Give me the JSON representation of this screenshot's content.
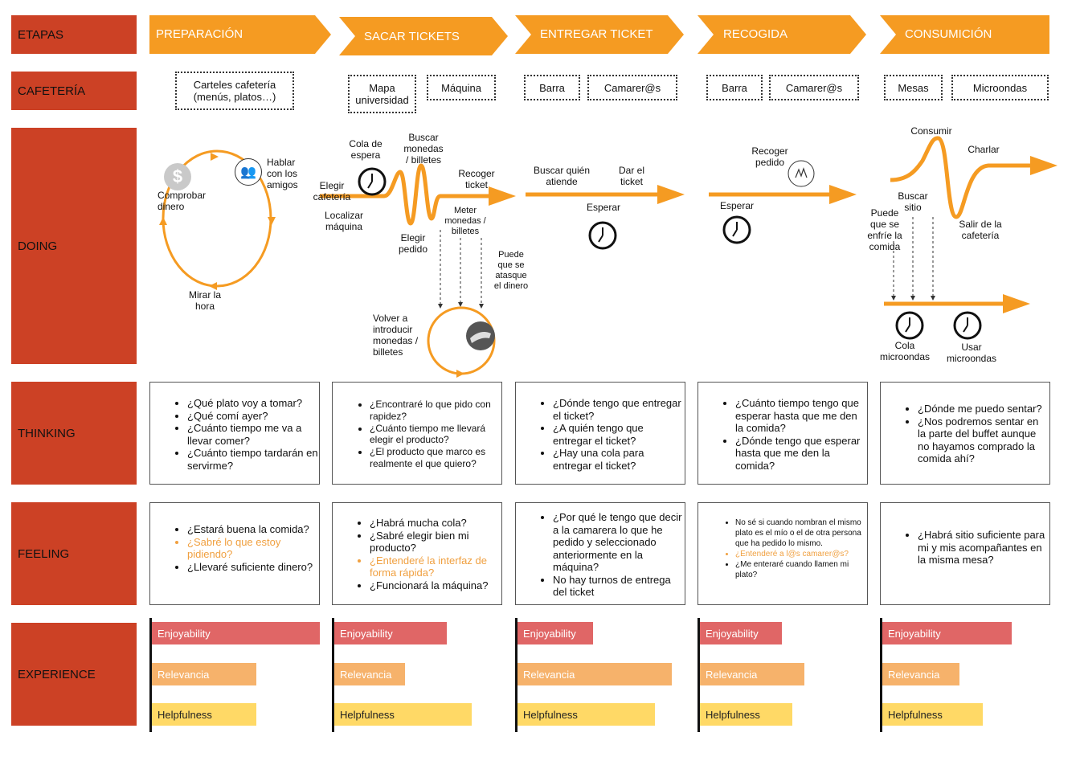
{
  "rows": {
    "etapas": "ETAPAS",
    "cafeteria": "CAFETERÍA",
    "doing": "DOING",
    "thinking": "THINKING",
    "feeling": "FEELING",
    "experience": "EXPERIENCE"
  },
  "stages": [
    "PREPARACIÓN",
    "SACAR TICKETS",
    "ENTREGAR TICKET",
    "RECOGIDA",
    "CONSUMICIÓN"
  ],
  "cafeteria": {
    "prep": "Carteles cafetería (menús, platos…)",
    "mapa": "Mapa universidad",
    "maquina": "Máquina",
    "barra1": "Barra",
    "camarer1": "Camarer@s",
    "barra2": "Barra",
    "camarer2": "Camarer@s",
    "mesas": "Mesas",
    "microondas": "Microondas"
  },
  "doing": {
    "hablar": "Hablar con los amigos",
    "comprobar": "Comprobar dinero",
    "mirar": "Mirar la hora",
    "cola_espera": "Cola de espera",
    "buscar_monedas": "Buscar monedas / billetes",
    "elegir_cafeteria": "Elegir cafetería",
    "localizar": "Localizar máquina",
    "recoger_ticket": "Recoger ticket",
    "meter_monedas": "Meter monedas / billetes",
    "elegir_pedido": "Elegir pedido",
    "atasque": "Puede que se atasque el dinero",
    "volver": "Volver a introducir monedas / billetes",
    "buscar_quien": "Buscar quién atiende",
    "dar_ticket": "Dar el ticket",
    "esperar1": "Esperar",
    "recoger_pedido": "Recoger pedido",
    "esperar2": "Esperar",
    "consumir": "Consumir",
    "charlar": "Charlar",
    "buscar_sitio": "Buscar sitio",
    "enfrie": "Puede que se enfríe la comida",
    "salir": "Salir de la cafetería",
    "cola_micro": "Cola microondas",
    "usar_micro": "Usar microondas"
  },
  "thinking": [
    [
      "¿Qué plato voy a tomar?",
      "¿Qué comí ayer?",
      "¿Cuánto tiempo me va a llevar comer?",
      "¿Cuánto tiempo tardarán en servirme?"
    ],
    [
      "¿Encontraré lo que pido con rapidez?",
      "¿Cuánto tiempo me llevará elegir el producto?",
      "¿El producto que marco es realmente el que quiero?"
    ],
    [
      "¿Dónde tengo que entregar el ticket?",
      "¿A quién tengo que entregar el ticket?",
      "¿Hay una cola para entregar el ticket?"
    ],
    [
      "¿Cuánto tiempo tengo que esperar hasta que me den la comida?",
      "¿Dónde tengo que esperar hasta que me den la comida?"
    ],
    [
      "¿Dónde me puedo sentar?",
      "¿Nos podremos sentar en la parte del buffet aunque no hayamos comprado la comida ahí?"
    ]
  ],
  "feeling": [
    [
      {
        "t": "¿Estará buena la comida?",
        "o": false
      },
      {
        "t": "¿Sabré lo que estoy pidiendo?",
        "o": true
      },
      {
        "t": "¿Llevaré suficiente dinero?",
        "o": false
      }
    ],
    [
      {
        "t": "¿Habrá mucha cola?",
        "o": false
      },
      {
        "t": "¿Sabré elegir bien mi producto?",
        "o": false
      },
      {
        "t": "¿Entenderé la interfaz de forma rápida?",
        "o": true
      },
      {
        "t": "¿Funcionará la máquina?",
        "o": false
      }
    ],
    [
      {
        "t": "¿Por qué le tengo que decir a la camarera lo que he pedido y seleccionado anteriormente en la máquina?",
        "o": false
      },
      {
        "t": "No hay turnos de entrega del ticket",
        "o": false
      }
    ],
    [
      {
        "t": "No sé si cuando nombran el mismo plato es el mío o el de otra persona que ha pedido lo mismo.",
        "o": false
      },
      {
        "t": "¿Entenderé a l@s camarer@s?",
        "o": true
      },
      {
        "t": "¿Me enteraré cuando llamen mi plato?",
        "o": false
      }
    ],
    [
      {
        "t": "¿Habrá sitio suficiente para mi y mis acompañantes en la misma mesa?",
        "o": false
      }
    ]
  ],
  "experience_labels": {
    "enjoy": "Enjoyability",
    "rel": "Relevancia",
    "help": "Helpfulness"
  },
  "experience_levels": [
    {
      "enjoy": 1.0,
      "rel": 0.62,
      "help": 0.62
    },
    {
      "enjoy": 0.67,
      "rel": 0.42,
      "help": 0.82
    },
    {
      "enjoy": 0.45,
      "rel": 0.92,
      "help": 0.82
    },
    {
      "enjoy": 0.49,
      "rel": 0.62,
      "help": 0.55
    },
    {
      "enjoy": 0.77,
      "rel": 0.46,
      "help": 0.6
    }
  ],
  "colors": {
    "rowlabel": "#cc4125",
    "stage": "#f59b22",
    "enjoy": "#e06666",
    "rel": "#f6b26b",
    "help": "#ffd966",
    "orange_text": "#f0a040"
  }
}
